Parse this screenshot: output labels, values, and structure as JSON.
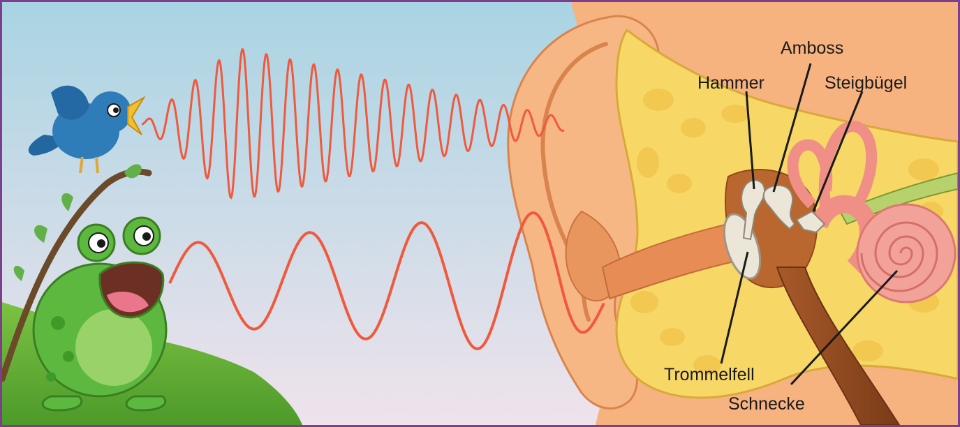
{
  "labels": {
    "hammer": "Hammer",
    "amboss": "Amboss",
    "steigbuegel": "Steigbügel",
    "trommelfell": "Trommelfell",
    "schnecke": "Schnecke"
  },
  "colors": {
    "border": "#7b3f8c",
    "sky_top": "#a9d4e3",
    "sky_bottom": "#efe3ec",
    "wave": "#f0593d",
    "skin": "#f6b27f",
    "bone": "#f7d766",
    "bird": "#2e7cb8",
    "frog": "#5cb83e",
    "grass": "#69b538",
    "cochlea": "#f3a29a",
    "ossicles": "#ece6d8"
  }
}
